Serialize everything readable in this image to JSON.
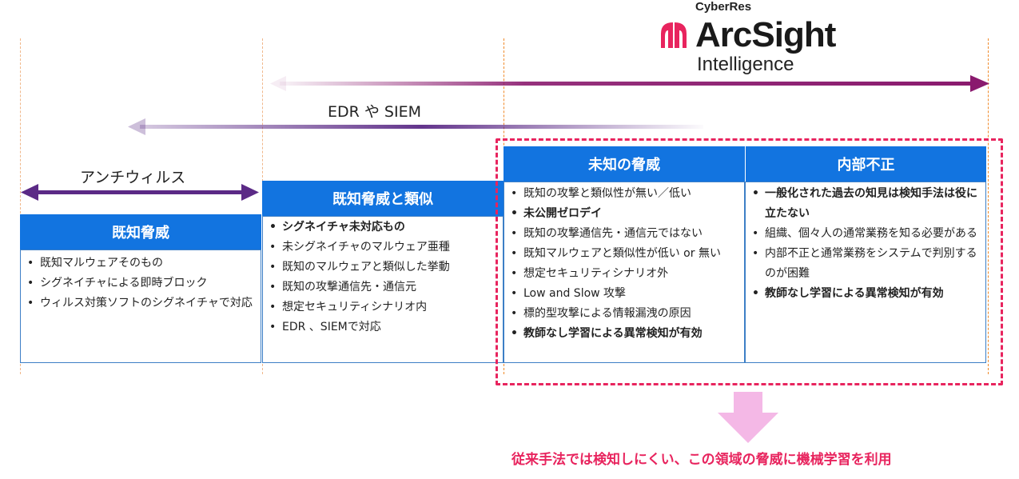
{
  "logo": {
    "brand_top": "CyberRes",
    "product": "ArcSight",
    "product_sub": "Intelligence",
    "mark_color": "#e8245e"
  },
  "arrows": {
    "arcsight_color": "#8a1a6e",
    "edr_label": "EDR や SIEM",
    "edr_color": "#5b2a86",
    "antivirus_label": "アンチウィルス",
    "antivirus_color": "#5b2a86"
  },
  "columns": [
    {
      "header": "既知脅威",
      "items": [
        {
          "text": "既知マルウェアそのもの",
          "bold": false
        },
        {
          "text": "シグネイチャによる即時ブロック",
          "bold": false
        },
        {
          "text": "ウィルス対策ソフトのシグネイチャで対応",
          "bold": false
        }
      ]
    },
    {
      "header": "既知脅威と類似",
      "items": [
        {
          "text": "シグネイチャ未対応もの",
          "bold": true
        },
        {
          "text": "未シグネイチャのマルウェア亜種",
          "bold": false
        },
        {
          "text": "既知のマルウェアと類似した挙動",
          "bold": false
        },
        {
          "text": "既知の攻撃通信先・通信元",
          "bold": false
        },
        {
          "text": "想定セキュリティシナリオ内",
          "bold": false
        },
        {
          "text": "EDR 、SIEMで対応",
          "bold": false
        }
      ]
    },
    {
      "header": "未知の脅威",
      "items": [
        {
          "text": "既知の攻撃と類似性が無い／低い",
          "bold": false
        },
        {
          "text": "未公開ゼロデイ",
          "bold": true
        },
        {
          "text": "既知の攻撃通信先・通信元ではない",
          "bold": false
        },
        {
          "text": "既知マルウェアと類似性が低い or 無い",
          "bold": false
        },
        {
          "text": "想定セキュリティシナリオ外",
          "bold": false
        },
        {
          "text": "Low and Slow 攻撃",
          "bold": false
        },
        {
          "text": "標的型攻撃による情報漏洩の原因",
          "bold": false
        },
        {
          "text": "教師なし学習による異常検知が有効",
          "bold": true
        }
      ]
    },
    {
      "header": "内部不正",
      "items": [
        {
          "text": "一般化された過去の知見は検知手法は役に立たない",
          "bold": true
        },
        {
          "text": "組織、個々人の通常業務を知る必要がある",
          "bold": false
        },
        {
          "text": "内部不正と通常業務をシステムで判別するのが困難",
          "bold": false
        },
        {
          "text": "教師なし学習による異常検知が有効",
          "bold": true
        }
      ]
    }
  ],
  "conclusion": "従来手法では検知しにくい、この領域の脅威に機械学習を利用",
  "colors": {
    "header_blue": "#1274e0",
    "accent_pink": "#e8245e",
    "down_arrow": "#f4b8e6"
  }
}
